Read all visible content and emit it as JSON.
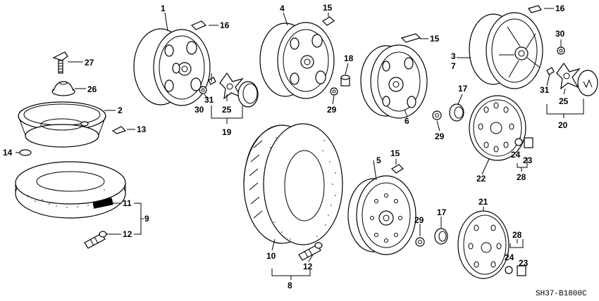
{
  "diagram": {
    "code": "SH37-B1800C",
    "callouts": [
      "1",
      "2",
      "3",
      "4",
      "5",
      "6",
      "7",
      "8",
      "9",
      "10",
      "11",
      "12",
      "13",
      "14",
      "15",
      "16",
      "17",
      "18",
      "19",
      "20",
      "21",
      "22",
      "23",
      "24",
      "25",
      "26",
      "27",
      "28",
      "29",
      "30",
      "31"
    ]
  }
}
